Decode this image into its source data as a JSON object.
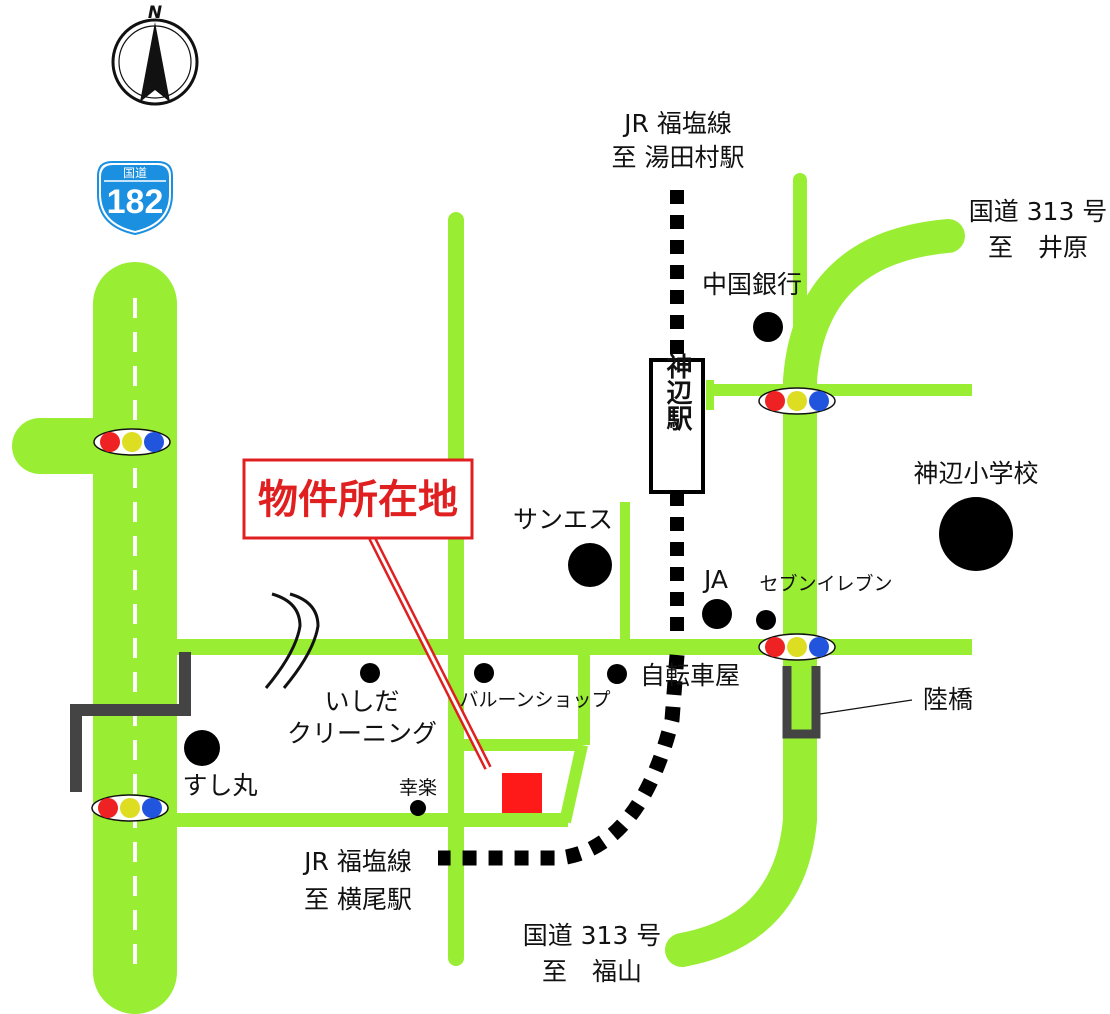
{
  "colors": {
    "road": "#99ee33",
    "rail": "#000000",
    "property_marker": "#ff1a1a",
    "property_label": "#e02020",
    "landmark": "#000000",
    "shield": "#1b8fe0",
    "signal_red": "#ee2222",
    "signal_yellow": "#dddd22",
    "signal_blue": "#2255dd",
    "overpass": "#444444"
  },
  "compass": {
    "north_label": "N",
    "icon": "compass-north-arrow"
  },
  "route_shield": {
    "top_label": "国道",
    "number": "182",
    "icon": "national-route-shield"
  },
  "rail": {
    "north": {
      "line": "JR 福塩線",
      "direction": "至 湯田村駅"
    },
    "south": {
      "line": "JR 福塩線",
      "direction": "至 横尾駅"
    },
    "station_label": "神辺駅"
  },
  "highway": {
    "north": {
      "name": "国道 313 号",
      "direction": "至　井原"
    },
    "south": {
      "name": "国道 313 号",
      "direction": "至　福山"
    }
  },
  "property": {
    "label": "物件所在地"
  },
  "landmarks": {
    "chugoku_bank": "中国銀行",
    "jinbe_school": "神辺小学校",
    "sanesu": "サンエス",
    "ja": "JA",
    "seven_eleven": "セブンイレブン",
    "bicycle_shop": "自転車屋",
    "balloon_shop": "バルーンショップ",
    "ishida_line1": "いしだ",
    "ishida_line2": "クリーニング",
    "sushimaru": "すし丸",
    "kouraku": "幸楽",
    "overpass": "陸橋"
  }
}
